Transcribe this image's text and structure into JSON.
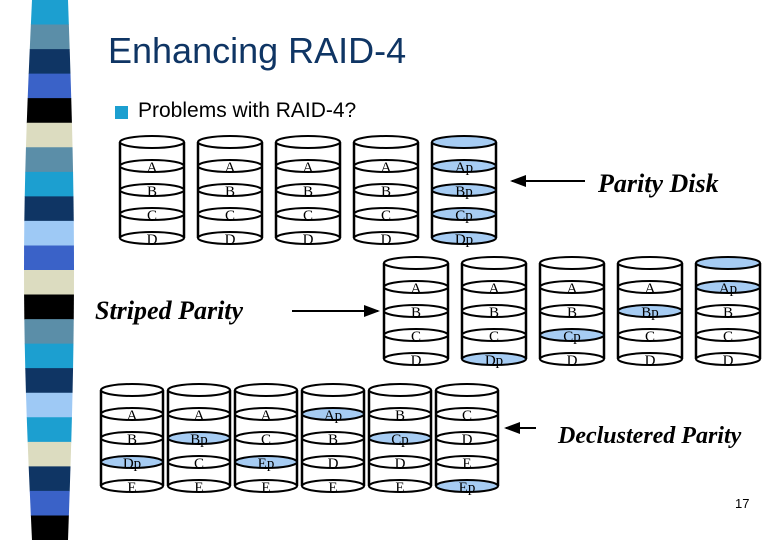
{
  "slide": {
    "title": "Enhancing RAID-4",
    "bullet": "Problems with RAID-4?",
    "page_number": "17"
  },
  "colors": {
    "title": "#0f3564",
    "bullet": "#1c9fd0",
    "parity_fill": "#a6ccf3",
    "data_fill": "#ffffff",
    "stripes": [
      "#1c9fd0",
      "#5b8ea8",
      "#0f3564",
      "#3a62c8",
      "#000000",
      "#dcdcc0",
      "#5b8ea8",
      "#1c9fd0",
      "#0f3564",
      "#9ec9f5",
      "#3a62c8",
      "#dcdcc0",
      "#000000",
      "#5b8ea8",
      "#1c9fd0",
      "#0f3564",
      "#9ec9f5",
      "#1c9fd0",
      "#dcdcc0",
      "#0f3564",
      "#3a62c8",
      "#000000"
    ]
  },
  "captions": {
    "parity_disk": "Parity Disk",
    "striped_parity": "Striped Parity",
    "declustered_parity": "Declustered Parity"
  },
  "groups": [
    {
      "name": "raid4",
      "disks": [
        {
          "blocks": [
            "A",
            "B",
            "C",
            "D"
          ],
          "parity": [
            false,
            false,
            false,
            false
          ]
        },
        {
          "blocks": [
            "A",
            "B",
            "C",
            "D"
          ],
          "parity": [
            false,
            false,
            false,
            false
          ]
        },
        {
          "blocks": [
            "A",
            "B",
            "C",
            "D"
          ],
          "parity": [
            false,
            false,
            false,
            false
          ]
        },
        {
          "blocks": [
            "A",
            "B",
            "C",
            "D"
          ],
          "parity": [
            false,
            false,
            false,
            false
          ]
        },
        {
          "blocks": [
            "Ap",
            "Bp",
            "Cp",
            "Dp"
          ],
          "parity": [
            true,
            true,
            true,
            true
          ],
          "top_parity": true
        }
      ]
    },
    {
      "name": "striped",
      "disks": [
        {
          "blocks": [
            "A",
            "B",
            "C",
            "D"
          ],
          "parity": [
            false,
            false,
            false,
            false
          ]
        },
        {
          "blocks": [
            "A",
            "B",
            "C",
            "Dp"
          ],
          "parity": [
            false,
            false,
            false,
            true
          ]
        },
        {
          "blocks": [
            "A",
            "B",
            "Cp",
            "D"
          ],
          "parity": [
            false,
            false,
            true,
            false
          ]
        },
        {
          "blocks": [
            "A",
            "Bp",
            "C",
            "D"
          ],
          "parity": [
            false,
            true,
            false,
            false
          ]
        },
        {
          "blocks": [
            "Ap",
            "B",
            "C",
            "D"
          ],
          "parity": [
            true,
            false,
            false,
            false
          ],
          "top_parity": true
        }
      ]
    },
    {
      "name": "declustered",
      "disks": [
        {
          "blocks": [
            "A",
            "B",
            "Dp",
            "E"
          ],
          "parity": [
            false,
            false,
            true,
            false
          ]
        },
        {
          "blocks": [
            "A",
            "Bp",
            "C",
            "E"
          ],
          "parity": [
            false,
            true,
            false,
            false
          ]
        },
        {
          "blocks": [
            "A",
            "C",
            "Ep",
            "E"
          ],
          "parity": [
            false,
            false,
            true,
            false
          ]
        },
        {
          "blocks": [
            "Ap",
            "B",
            "D",
            "E"
          ],
          "parity": [
            true,
            false,
            false,
            false
          ]
        },
        {
          "blocks": [
            "B",
            "Cp",
            "D",
            "E"
          ],
          "parity": [
            false,
            true,
            false,
            false
          ]
        },
        {
          "blocks": [
            "C",
            "D",
            "E",
            "Ep"
          ],
          "parity": [
            false,
            false,
            false,
            true
          ]
        }
      ]
    }
  ]
}
